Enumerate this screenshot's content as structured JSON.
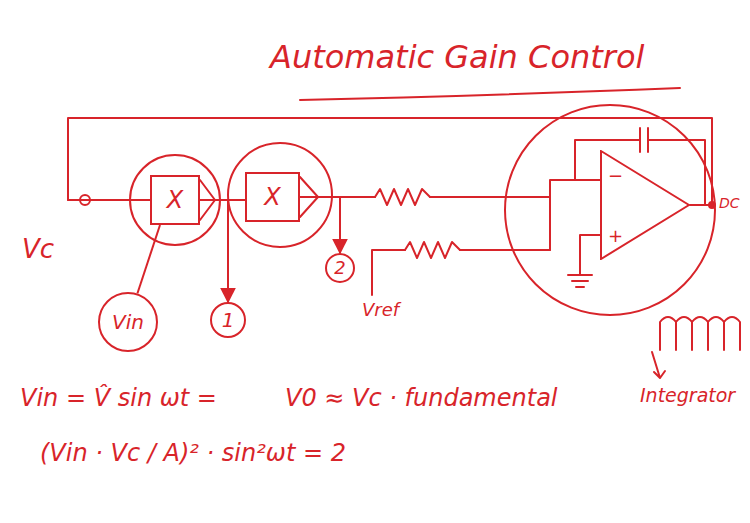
{
  "diagram": {
    "title": "Automatic Gain Control",
    "nodes": [
      {
        "text": [
          "X"
        ]
      },
      {
        "text": [
          "Vin"
        ]
      },
      {
        "text": [
          "1"
        ]
      },
      {
        "text": [
          "X"
        ]
      },
      {
        "text": [
          "2"
        ]
      },
      {
        "text": [
          "−",
          "+"
        ]
      }
    ],
    "edges": [
      {
        "from": 1,
        "to": 0,
        "arrow": "none"
      },
      {
        "from": 0,
        "to": 3,
        "arrow": "none"
      },
      {
        "from": 0,
        "to": 2,
        "arrow": "to"
      },
      {
        "from": 3,
        "to": 4,
        "arrow": "to"
      }
    ],
    "labels": [
      "Vc",
      "Vref",
      "DC",
      "Integrator",
      "Vin = V̂ sin ωt =",
      "V0 ≈ Vc · fundamental",
      "(Vin · Vc / A)² · sin²ωt = 2"
    ]
  }
}
